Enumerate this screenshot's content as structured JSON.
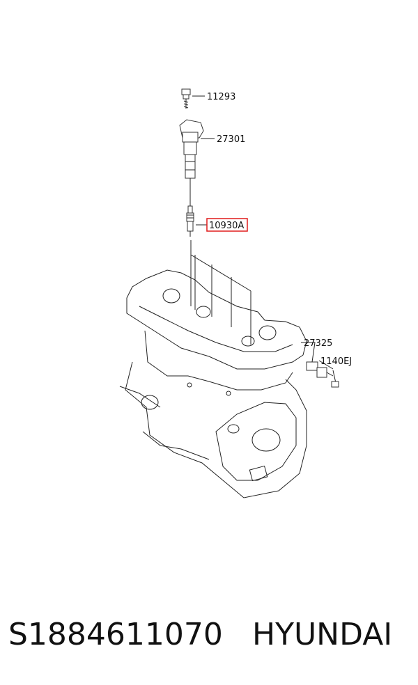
{
  "diagram": {
    "callouts": [
      {
        "id": "bolt",
        "label": "11293",
        "highlighted": false
      },
      {
        "id": "coil",
        "label": "27301",
        "highlighted": false
      },
      {
        "id": "plug",
        "label": "10930A",
        "highlighted": true
      },
      {
        "id": "sensor",
        "label": "27325",
        "highlighted": false
      },
      {
        "id": "sensor-bolt",
        "label": "1140EJ",
        "highlighted": false
      }
    ],
    "highlight_color": "#e01b1b"
  },
  "footer": {
    "part_number": "S1884611070",
    "brand": "HYUNDAI"
  }
}
